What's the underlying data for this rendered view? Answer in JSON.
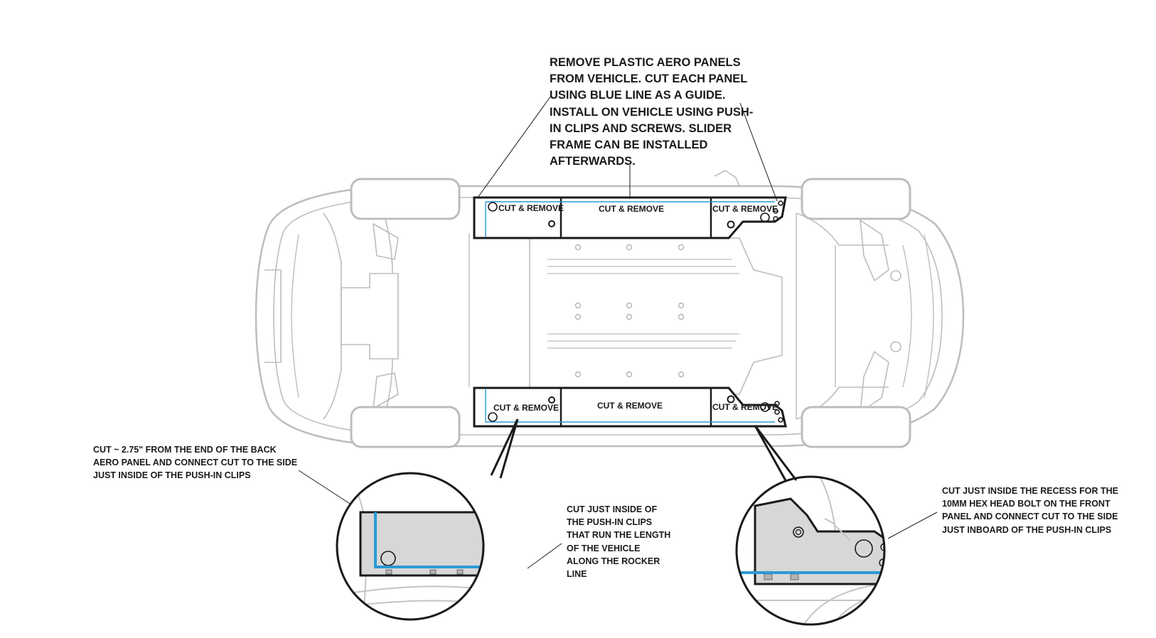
{
  "main_instruction": [
    "REMOVE PLASTIC AERO PANELS",
    "FROM VEHICLE. CUT EACH PANEL",
    "USING BLUE LINE AS A GUIDE.",
    "INSTALL ON VEHICLE USING PUSH-",
    "IN CLIPS AND SCREWS. SLIDER",
    "FRAME CAN BE INSTALLED",
    "AFTERWARDS."
  ],
  "panel_labels": {
    "top_rear": "CUT & REMOVE",
    "top_mid": "CUT & REMOVE",
    "top_front": "CUT & REMOVE",
    "bottom_rear": "CUT & REMOVE",
    "bottom_mid": "CUT & REMOVE",
    "bottom_front": "CUT & REMOVE"
  },
  "callout_back_panel": [
    "CUT ~ 2.75\" FROM THE END OF THE BACK",
    "AERO PANEL AND CONNECT CUT TO THE SIDE",
    "JUST INSIDE OF THE PUSH-IN CLIPS"
  ],
  "callout_rocker": [
    "CUT JUST INSIDE OF",
    "THE PUSH-IN CLIPS",
    "THAT RUN THE LENGTH",
    "OF THE VEHICLE",
    "ALONG THE ROCKER",
    "LINE"
  ],
  "callout_front_panel": [
    "CUT JUST INSIDE THE RECESS FOR THE",
    "10MM HEX HEAD BOLT ON THE FRONT",
    "PANEL AND CONNECT CUT TO THE SIDE",
    "JUST INBOARD OF THE PUSH-IN CLIPS"
  ],
  "colors": {
    "vehicle_outline": "#b9b9b9",
    "panel_outline": "#1a1a1a",
    "cut_line": "#2a9ad6",
    "panel_fill": "#d7d7d7"
  }
}
